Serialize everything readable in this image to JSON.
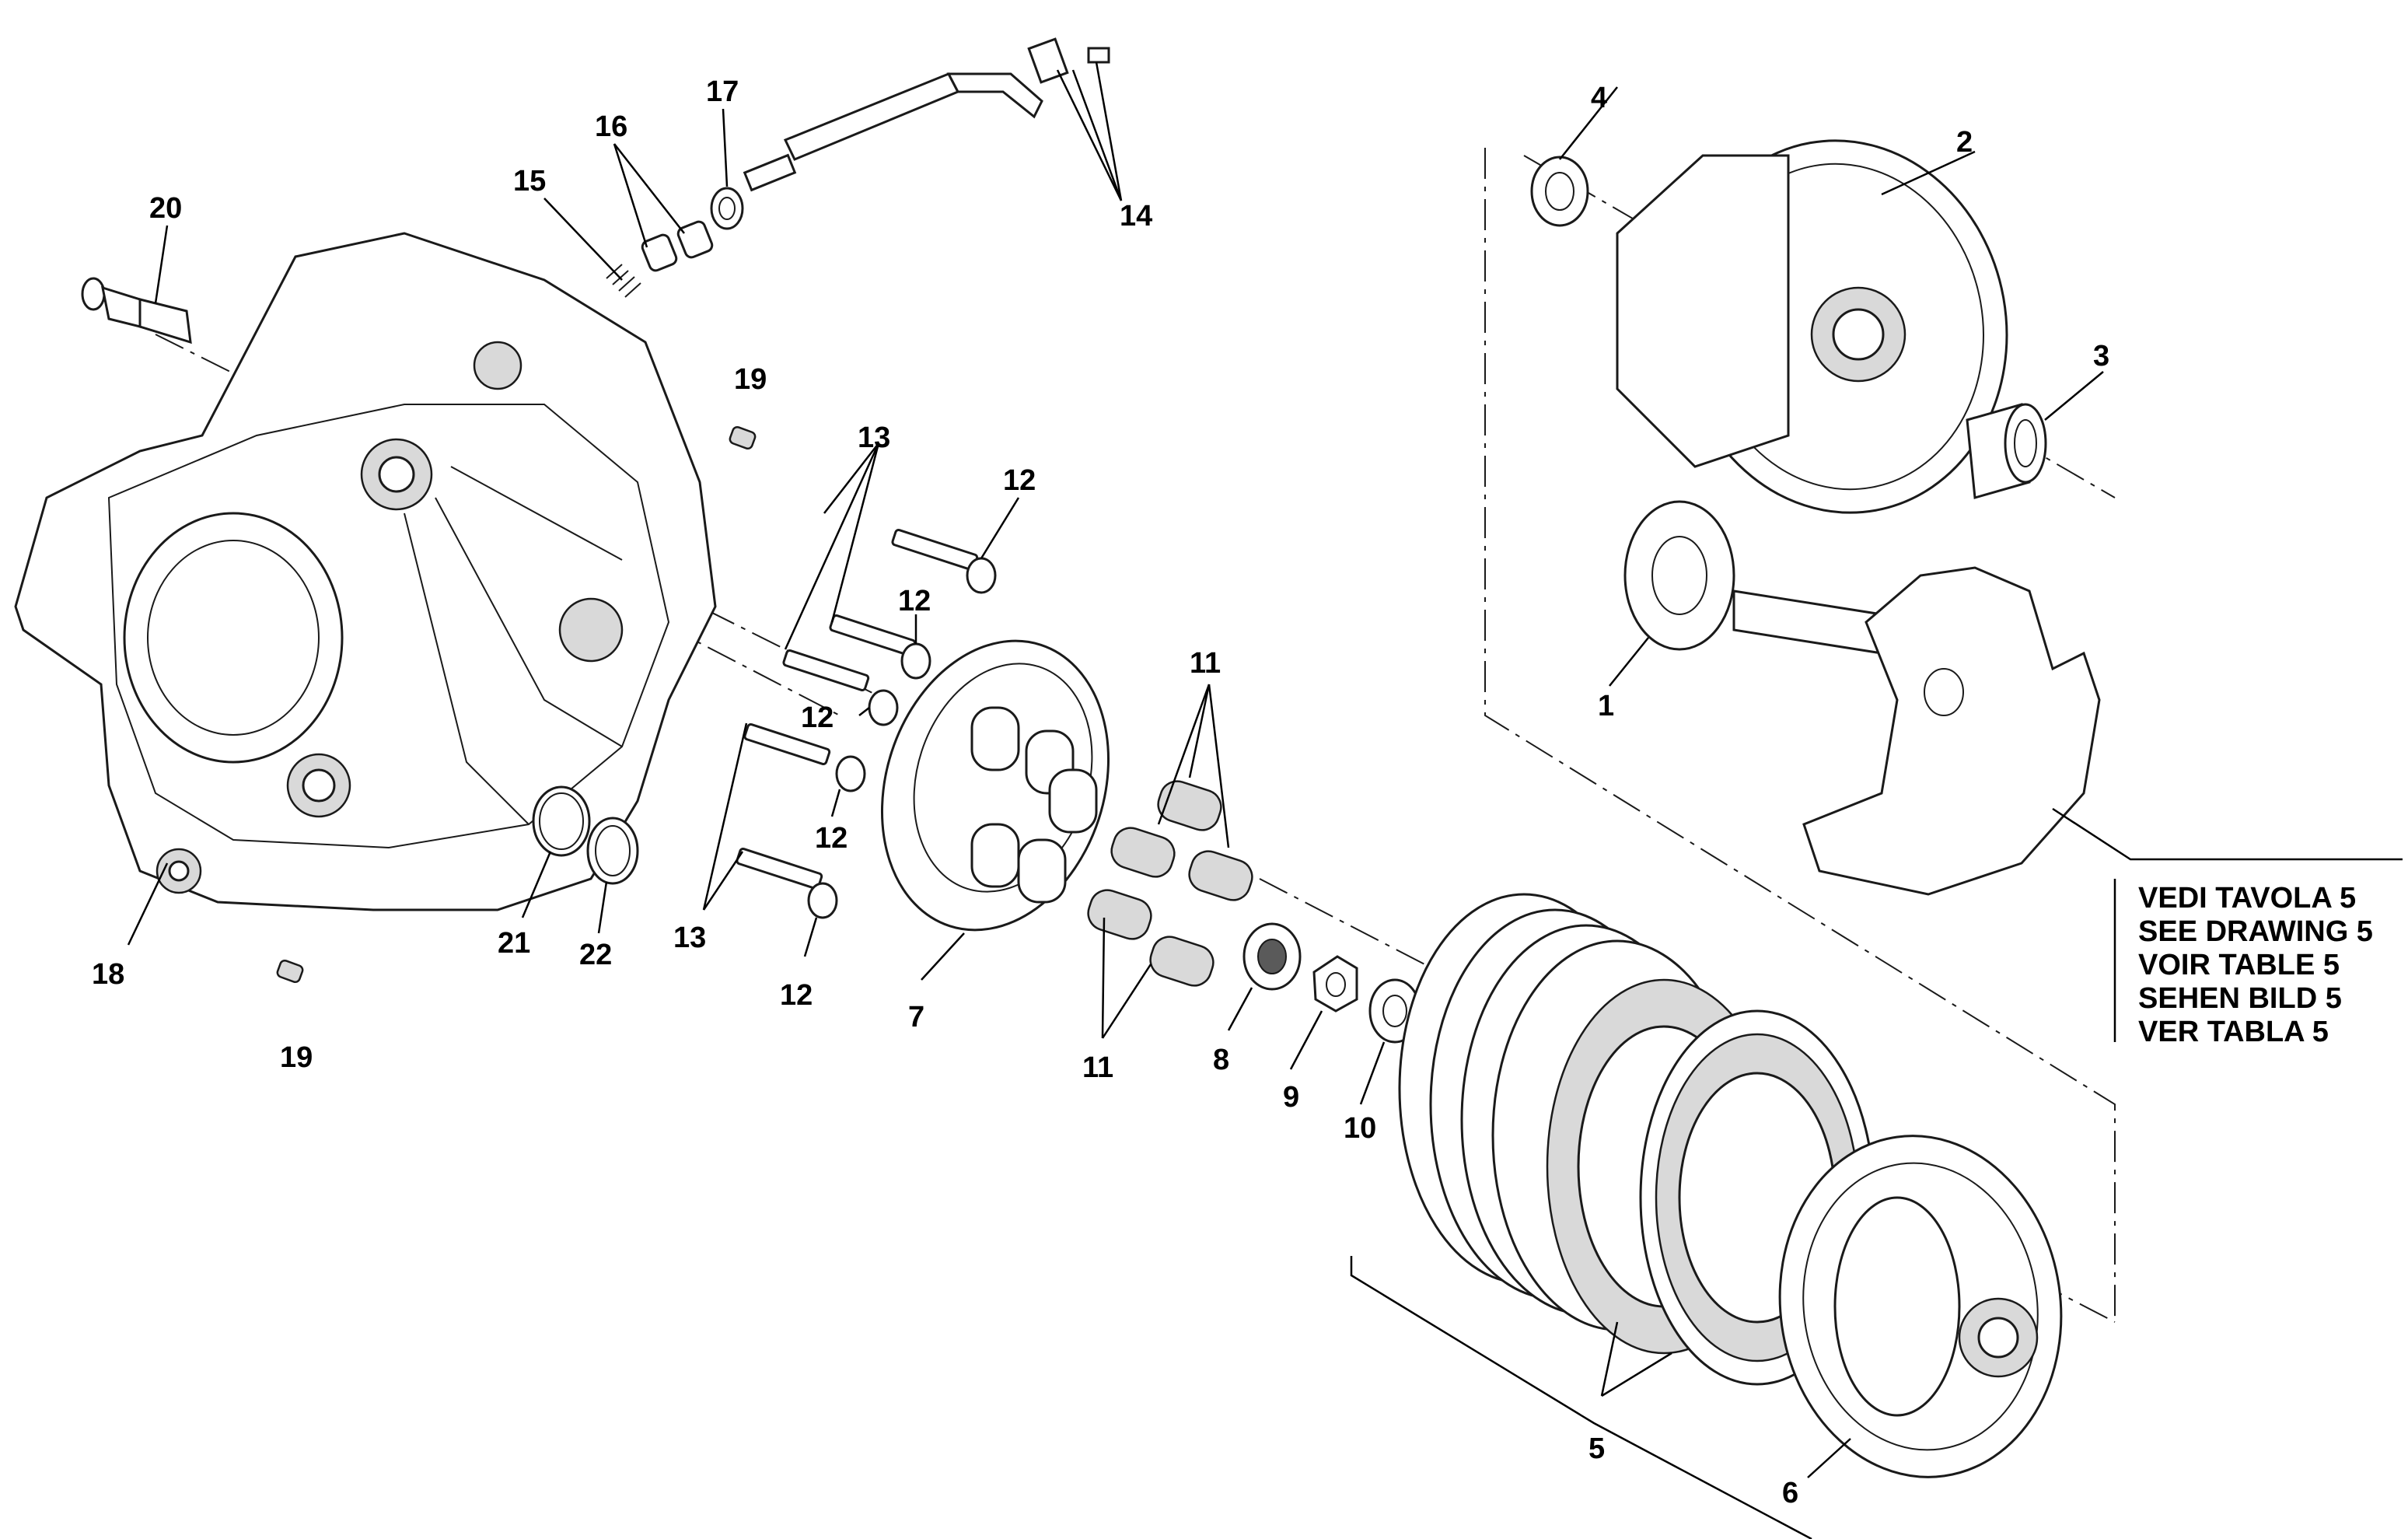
{
  "diagram": {
    "callouts": {
      "c1": "1",
      "c2": "2",
      "c3": "3",
      "c4": "4",
      "c5": "5",
      "c6": "6",
      "c7": "7",
      "c8": "8",
      "c9": "9",
      "c10": "10",
      "c11a": "11",
      "c11b": "11",
      "c12a": "12",
      "c12b": "12",
      "c12c": "12",
      "c12d": "12",
      "c12e": "12",
      "c13a": "13",
      "c13b": "13",
      "c14": "14",
      "c15": "15",
      "c16": "16",
      "c17": "17",
      "c18": "18",
      "c19a": "19",
      "c19b": "19",
      "c20": "20",
      "c21": "21",
      "c22": "22"
    },
    "reference_note": {
      "line1": "VEDI TAVOLA 5",
      "line2": "SEE DRAWING 5",
      "line3": "VOIR TABLE 5",
      "line4": "SEHEN BILD 5",
      "line5": "VER TABLA 5"
    }
  }
}
